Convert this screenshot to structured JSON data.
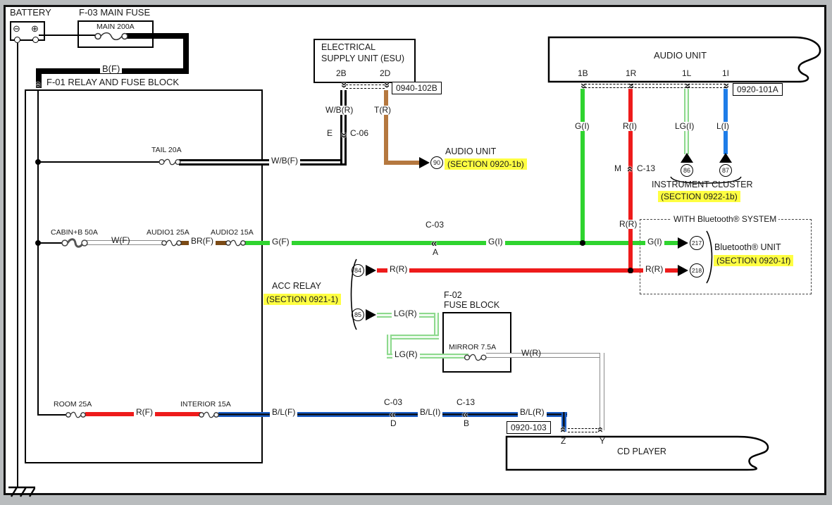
{
  "colors": {
    "green": "#2fd42f",
    "light_green": "#8dd98d",
    "light_green_core": "#effbef",
    "red": "#ee1b1b",
    "blue": "#1b5fc8",
    "bright_blue": "#1f7de8",
    "brown": "#b5783f",
    "dark_brown": "#7b4a15",
    "yellow": "#ffff42",
    "outer_gray": "#b9bcbe"
  },
  "icons": {
    "chevron": "«",
    "minus": "⊖",
    "plus": "⊕"
  },
  "battery": {
    "title": "BATTERY"
  },
  "main_fuse": {
    "title": "F-03  MAIN FUSE",
    "fuse": "MAIN 200A"
  },
  "f01": {
    "title": "F-01  RELAY AND FUSE BLOCK",
    "tail": "TAIL 20A",
    "cabin": "CABIN+B 50A",
    "audio1": "AUDIO1 25A",
    "audio2": "AUDIO2 15A",
    "room": "ROOM 25A",
    "interior": "INTERIOR 15A"
  },
  "esu": {
    "line1": "ELECTRICAL",
    "line2": "SUPPLY UNIT (ESU)",
    "pin_2b": "2B",
    "pin_2d": "2D",
    "code": "0940-102B"
  },
  "f02": {
    "line1": "F-02",
    "line2": "FUSE BLOCK",
    "fuse": "MIRROR 7.5A"
  },
  "audio_unit": {
    "title": "AUDIO UNIT",
    "pin_1b": "1B",
    "pin_1r": "1R",
    "pin_1l": "1L",
    "pin_1i": "1I",
    "code": "0920-101A"
  },
  "cd_player": {
    "title": "CD PLAYER",
    "code": "0920-103",
    "pin_z": "Z",
    "pin_y": "Y"
  },
  "audio_ref": {
    "num": "90",
    "name": "AUDIO UNIT",
    "section": "(SECTION 0920-1b)"
  },
  "cluster_ref": {
    "num_86": "86",
    "num_87": "87",
    "name": "INSTRUMENT CLUSTER",
    "section": "(SECTION 0922-1b)"
  },
  "bt": {
    "system": "WITH Bluetooth® SYSTEM",
    "num_217": "217",
    "num_218": "218",
    "name": "Bluetooth® UNIT",
    "section": "(SECTION 0920-1f)"
  },
  "acc": {
    "name": "ACC RELAY",
    "section": "(SECTION 0921-1)",
    "num_84": "84",
    "num_85": "85"
  },
  "conn": {
    "c06_pin": "E",
    "c06": "C-06",
    "c03": "C-03",
    "c03_a": "A",
    "c03_d": "D",
    "c13": "C-13",
    "c13_m": "M",
    "c13_b": "B"
  },
  "wires": {
    "bf": "B(F)",
    "wbf": "W/B(F)",
    "wbr": "W/B(R)",
    "tr": "T(R)",
    "wf": "W(F)",
    "brf": "BR(F)",
    "gf": "G(F)",
    "gi": "G(I)",
    "ri": "R(I)",
    "lgi": "LG(I)",
    "li": "L(I)",
    "rr": "R(R)",
    "lgr": "LG(R)",
    "wr": "W(R)",
    "rf": "R(F)",
    "blf": "B/L(F)",
    "bli": "B/L(I)",
    "blr": "B/L(R)"
  }
}
